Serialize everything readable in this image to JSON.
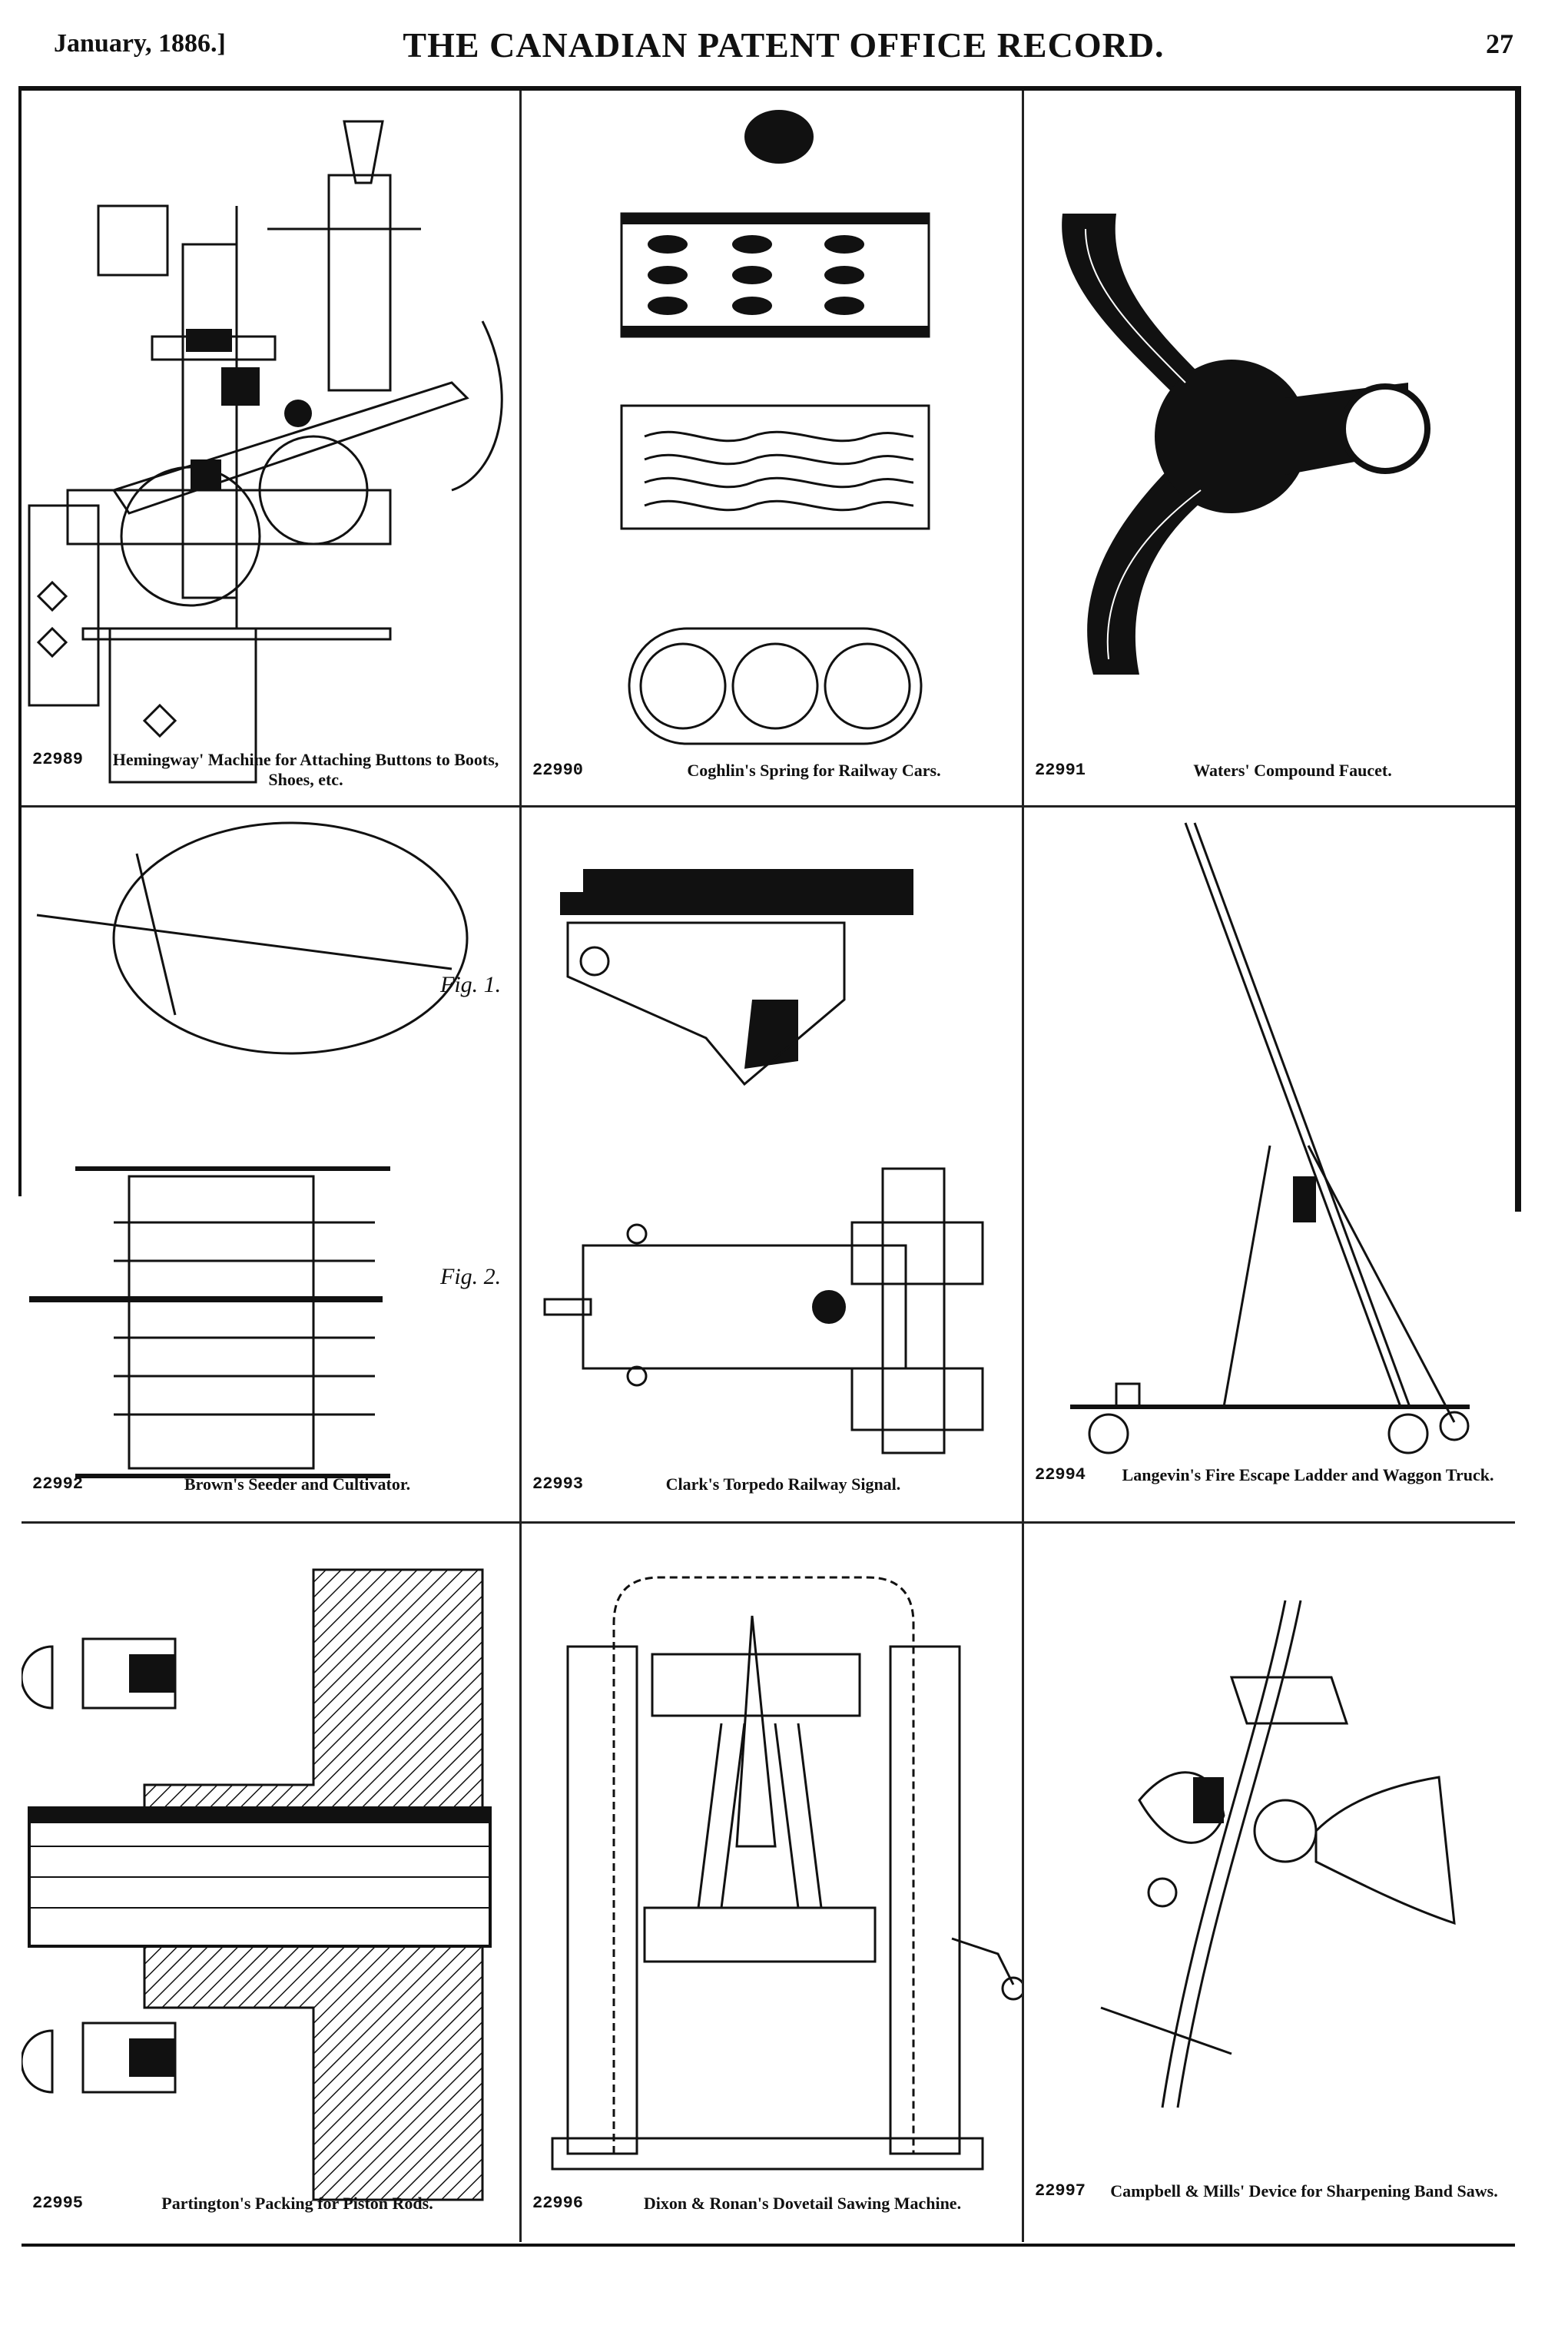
{
  "header": {
    "date": "January, 1886.]",
    "title": "THE CANADIAN PATENT OFFICE RECORD.",
    "page_number": "27"
  },
  "patents": [
    {
      "number": "22989",
      "caption": "Hemingway' Machine for Attaching Buttons to Boots, Shoes, etc."
    },
    {
      "number": "22990",
      "caption": "Coghlin's Spring for Railway Cars."
    },
    {
      "number": "22991",
      "caption": "Waters' Compound Faucet."
    },
    {
      "number": "22992",
      "caption": "Brown's Seeder and Cultivator."
    },
    {
      "number": "22993",
      "caption": "Clark's Torpedo Railway Signal."
    },
    {
      "number": "22994",
      "caption": "Langevin's Fire Escape Ladder and Waggon Truck."
    },
    {
      "number": "22995",
      "caption": "Partington's Packing for Piston Rods."
    },
    {
      "number": "22996",
      "caption": "Dixon & Ronan's Dovetail Sawing Machine."
    },
    {
      "number": "22997",
      "caption": "Campbell & Mills' Device for Sharpening Band Saws."
    }
  ],
  "figure_labels": {
    "fig1": "Fig. 1.",
    "fig2": "Fig. 2."
  }
}
